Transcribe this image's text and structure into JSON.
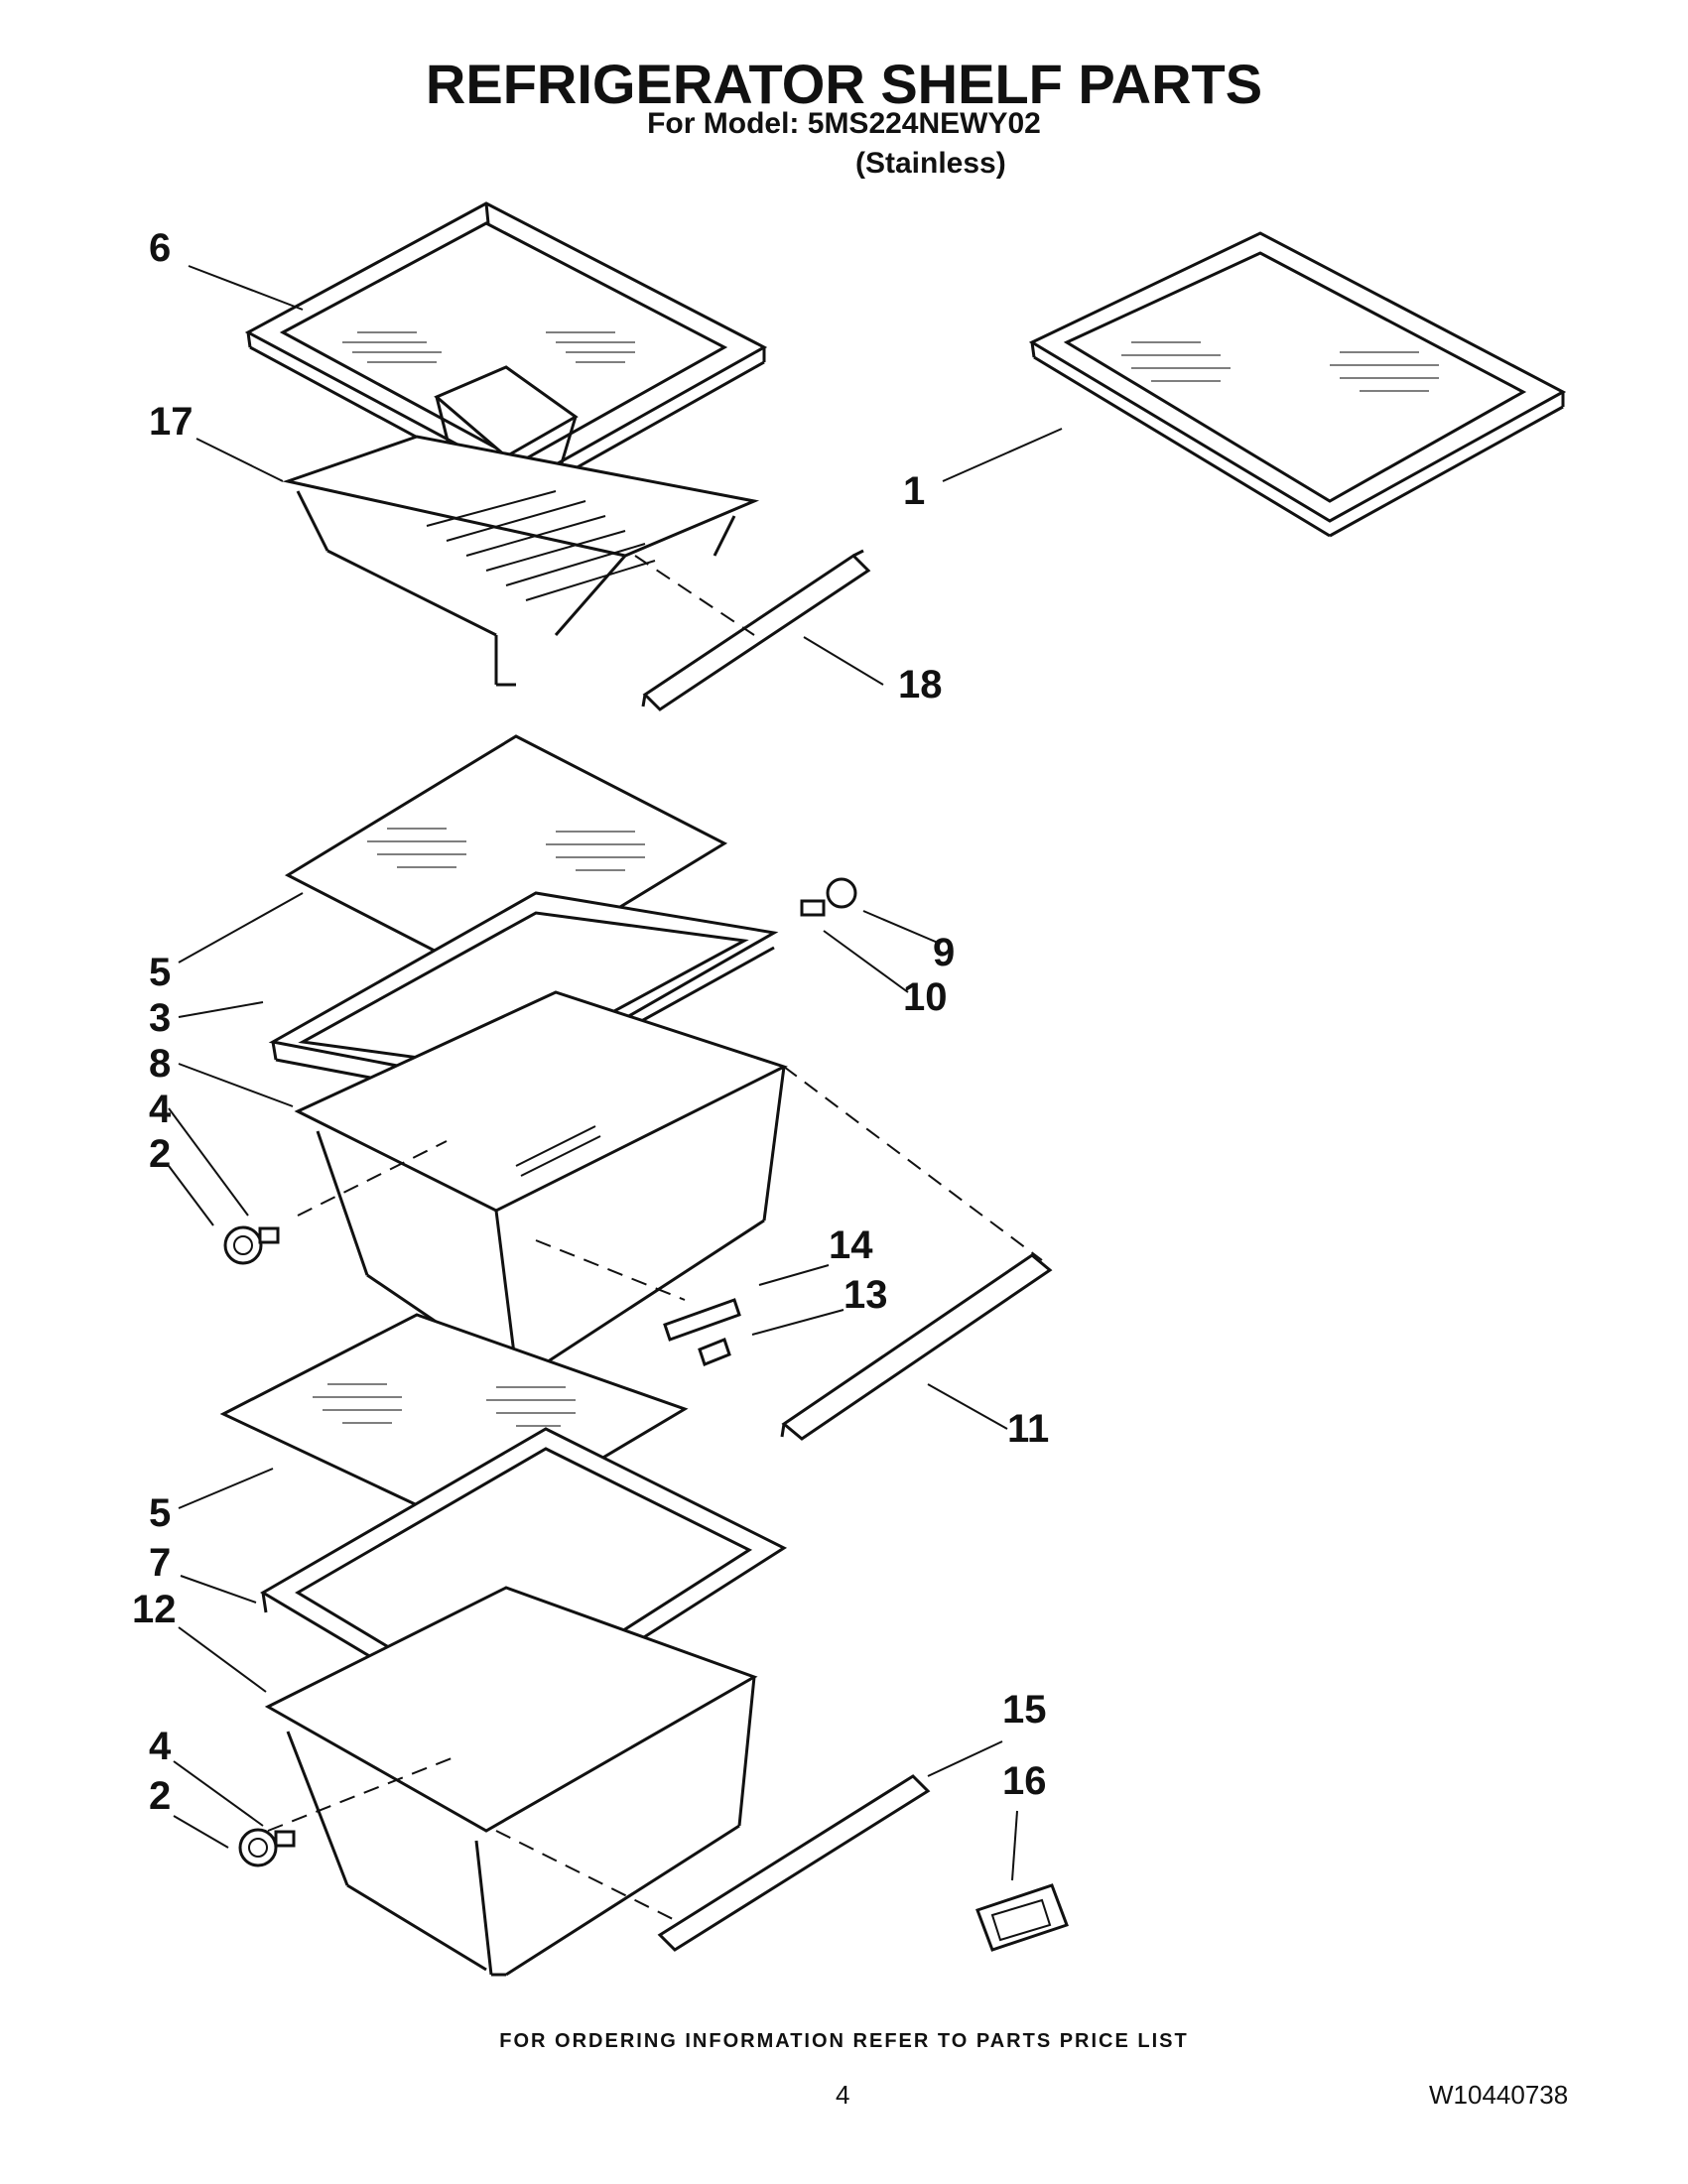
{
  "title": "REFRIGERATOR SHELF PARTS",
  "model_line": "For Model: 5MS224NEWY02",
  "finish": "(Stainless)",
  "callouts": [
    {
      "id": "6",
      "label": "6"
    },
    {
      "id": "17",
      "label": "17"
    },
    {
      "id": "1",
      "label": "1"
    },
    {
      "id": "18",
      "label": "18"
    },
    {
      "id": "5a",
      "label": "5"
    },
    {
      "id": "3",
      "label": "3"
    },
    {
      "id": "8",
      "label": "8"
    },
    {
      "id": "4a",
      "label": "4"
    },
    {
      "id": "2a",
      "label": "2"
    },
    {
      "id": "9",
      "label": "9"
    },
    {
      "id": "10",
      "label": "10"
    },
    {
      "id": "14",
      "label": "14"
    },
    {
      "id": "13",
      "label": "13"
    },
    {
      "id": "11",
      "label": "11"
    },
    {
      "id": "5b",
      "label": "5"
    },
    {
      "id": "7",
      "label": "7"
    },
    {
      "id": "12",
      "label": "12"
    },
    {
      "id": "4b",
      "label": "4"
    },
    {
      "id": "2b",
      "label": "2"
    },
    {
      "id": "15",
      "label": "15"
    },
    {
      "id": "16",
      "label": "16"
    }
  ],
  "footer": "FOR ORDERING INFORMATION REFER TO PARTS PRICE LIST",
  "page_number": "4",
  "document_number": "W10440738"
}
